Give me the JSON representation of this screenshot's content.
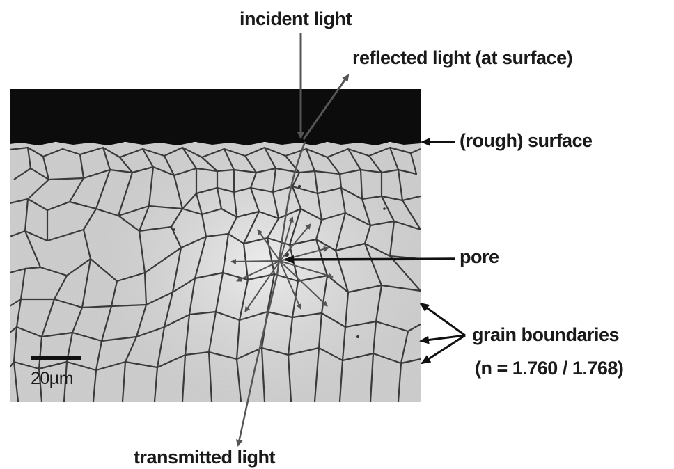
{
  "labels": {
    "incident": "incident light",
    "reflected": "reflected light (at surface)",
    "surface": "(rough) surface",
    "pore": "pore",
    "grain_title": "grain boundaries",
    "grain_index": "(n = 1.760 / 1.768)",
    "transmitted": "transmitted light",
    "scale_bar": "20µm"
  },
  "colors": {
    "surface_band": "#0c0c0c",
    "micrograph_bg": "#d2d2d2",
    "boundary": "#3a3a3a",
    "arrow": "#555555",
    "text": "#1a1a1a"
  }
}
